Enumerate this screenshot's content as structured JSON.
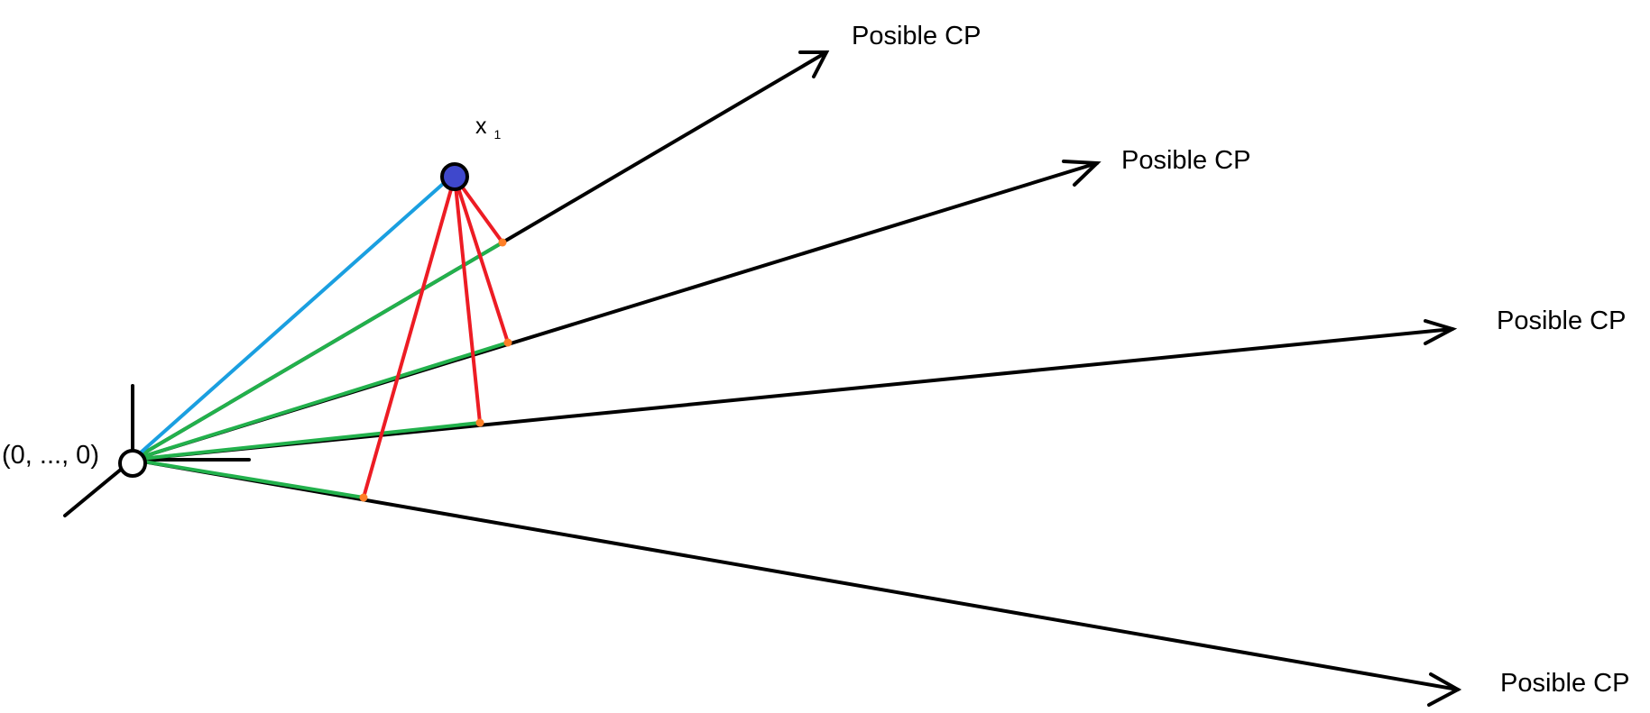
{
  "origin": {
    "label": "(0, ..., 0)"
  },
  "point": {
    "label": "x",
    "subscript": "1"
  },
  "directions": [
    {
      "label": "Posible CP"
    },
    {
      "label": "Posible CP"
    },
    {
      "label": "Posible CP"
    },
    {
      "label": "Posible CP"
    }
  ],
  "colors": {
    "axes_and_rays": "#000000",
    "origin_to_point": "#1a9fe0",
    "projection_segments": "#22b14c",
    "perpendiculars": "#ed1c24",
    "foot_points": "#ff7f27",
    "point_fill": "#3f48cc",
    "origin_fill": "#ffffff"
  }
}
